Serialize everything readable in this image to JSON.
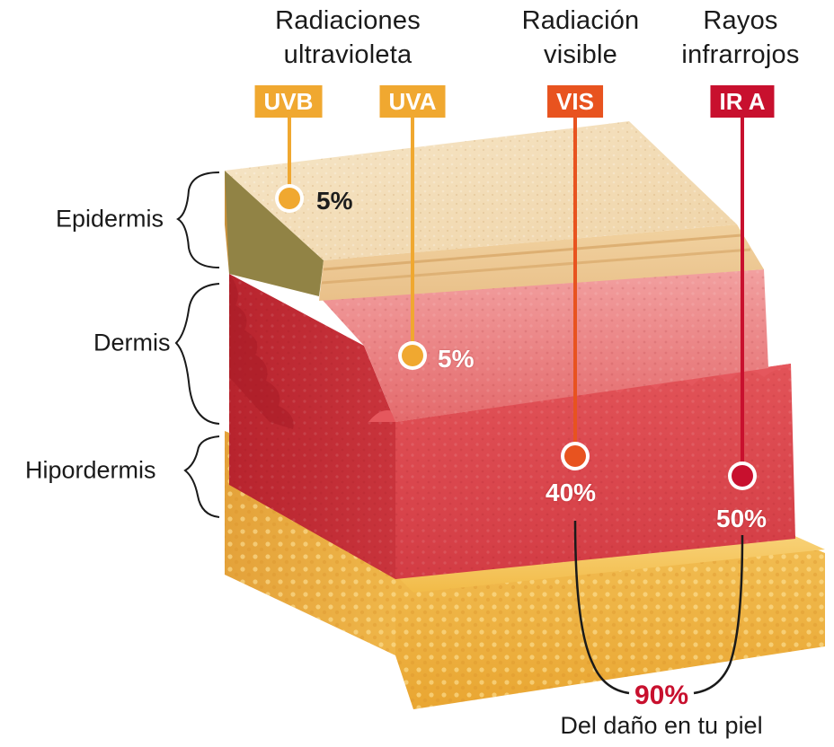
{
  "headings": {
    "uv": [
      "Radiaciones",
      "ultravioleta"
    ],
    "vis": [
      "Radiación",
      "visible"
    ],
    "ir": [
      "Rayos",
      "infrarrojos"
    ]
  },
  "layers": {
    "epidermis": "Epidermis",
    "dermis": "Dermis",
    "hipodermis": "Hipordermis"
  },
  "radiations": {
    "uvb": {
      "label": "UVB",
      "percent": "5%",
      "color": "#f0a830"
    },
    "uva": {
      "label": "UVA",
      "percent": "5%",
      "color": "#f0a830"
    },
    "vis": {
      "label": "VIS",
      "percent": "40%",
      "color": "#e8531f"
    },
    "ira": {
      "label": "IR A",
      "percent": "50%",
      "color": "#c8102e"
    }
  },
  "summary": {
    "total": "90%",
    "caption": "Del daño en tu piel"
  },
  "colors": {
    "epidermis": "#f3dcb6",
    "dermis": "#d9424a",
    "hipodermis": "#f2b640",
    "total": "#c8102e"
  }
}
